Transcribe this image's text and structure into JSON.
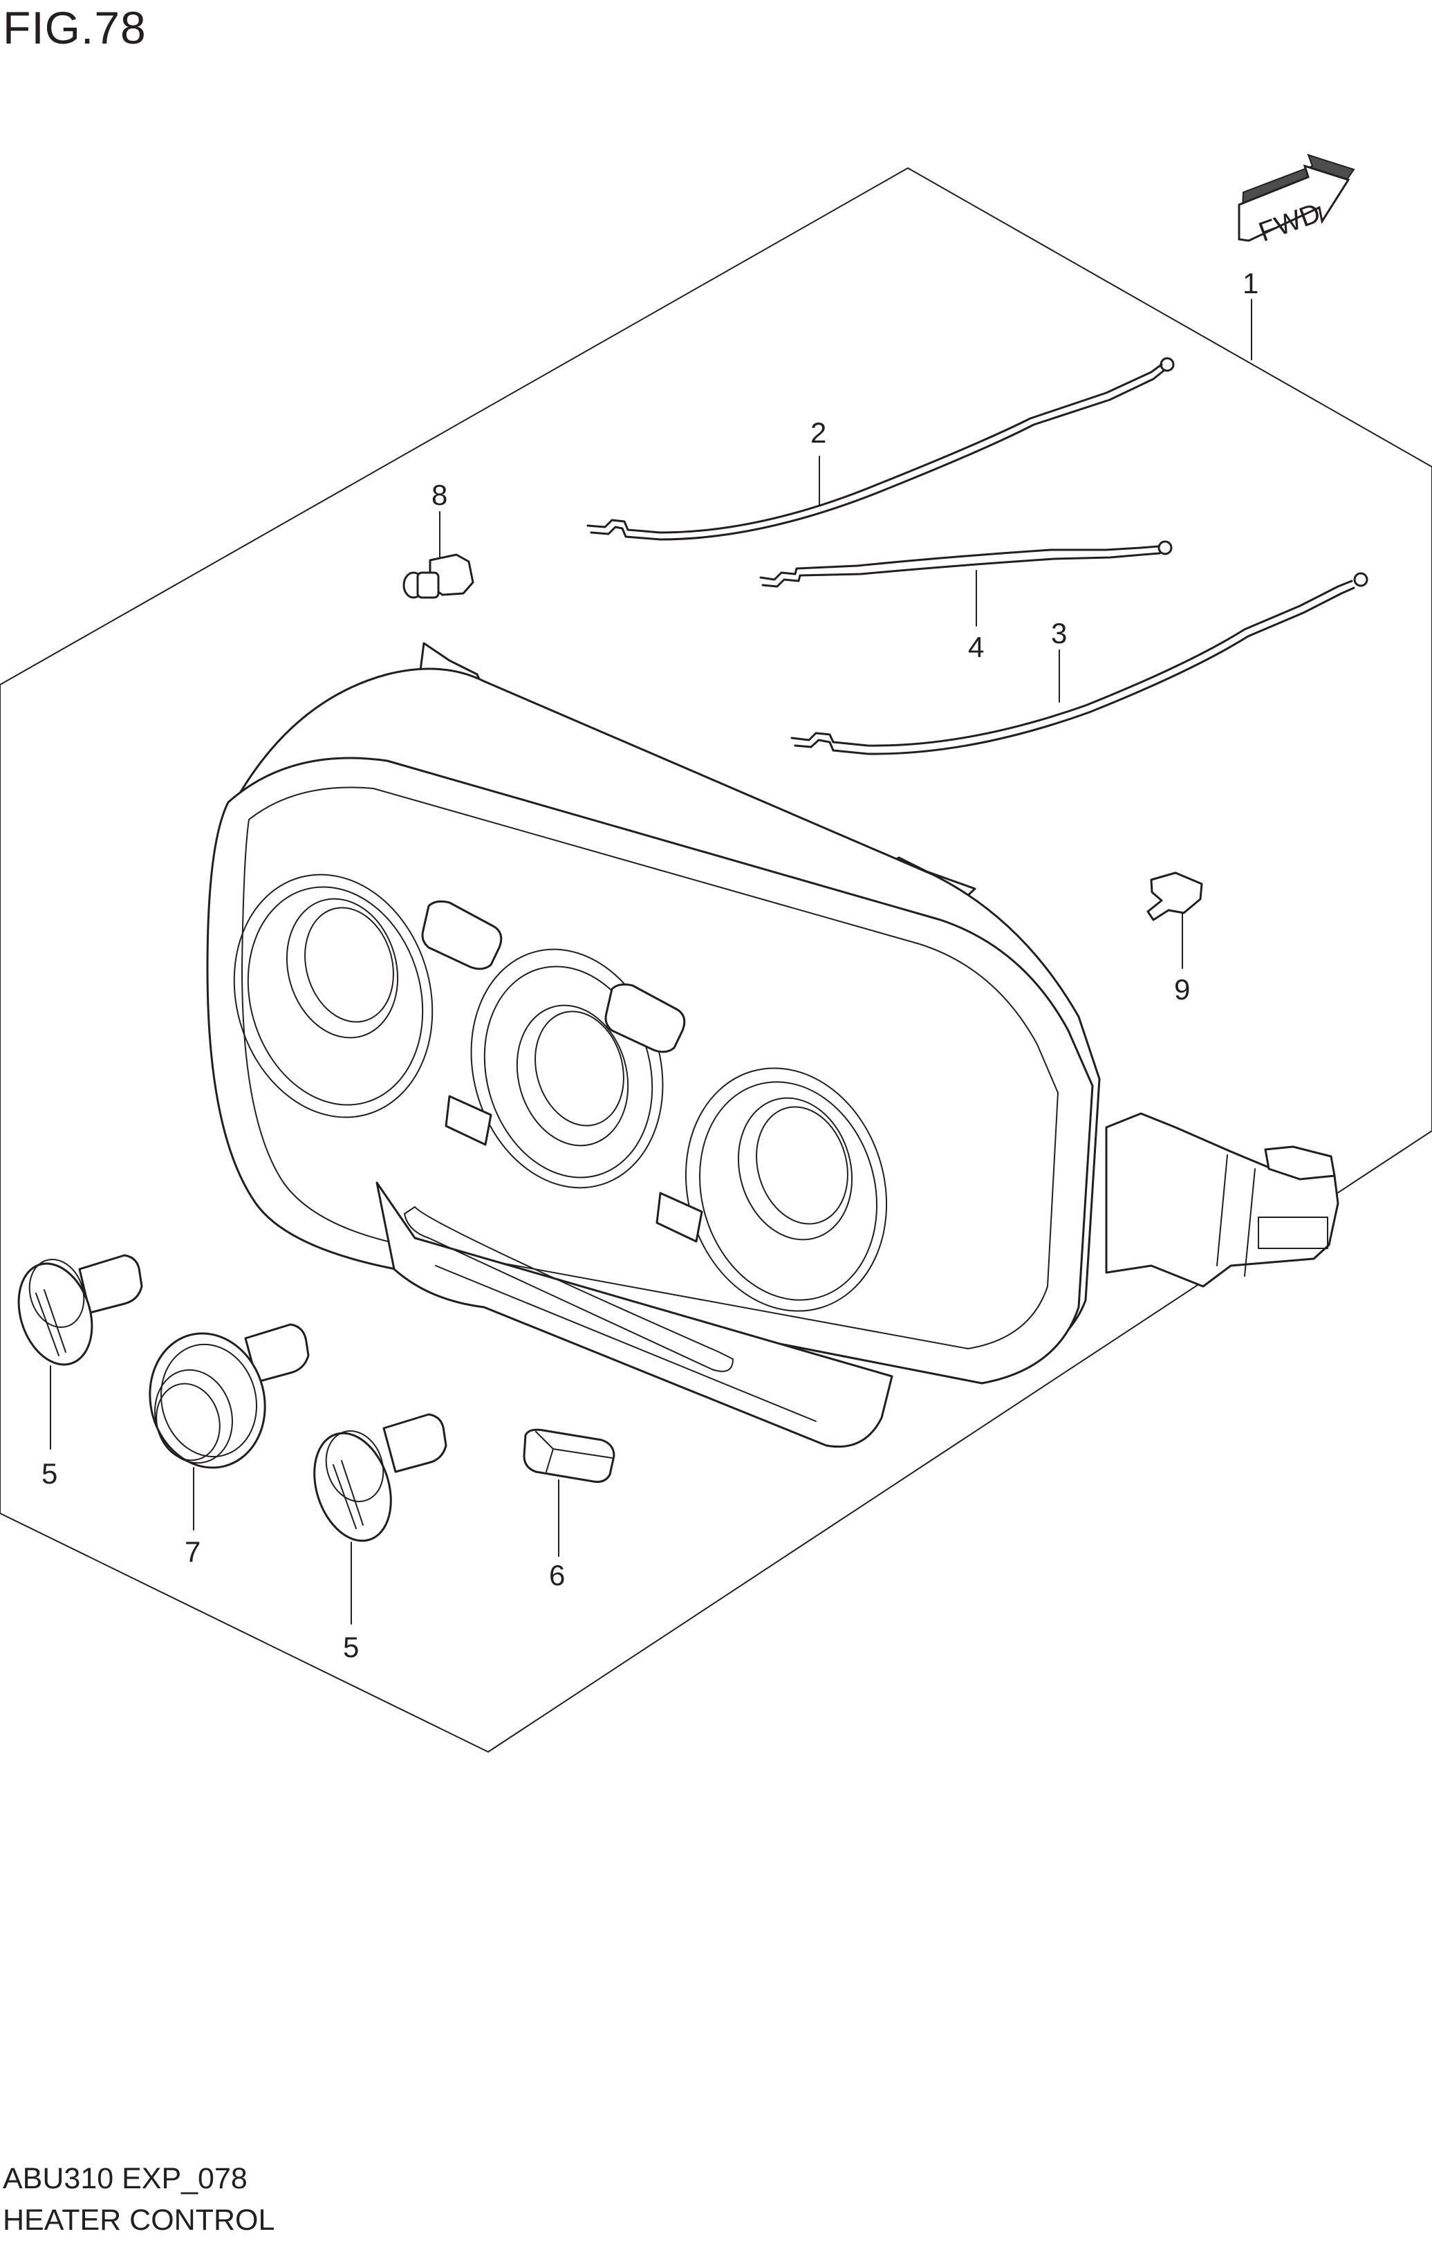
{
  "figure": {
    "title": "FIG.78",
    "code": "ABU310 EXP_078",
    "name": "HEATER CONTROL"
  },
  "direction_badge": "FWD",
  "callouts": [
    {
      "id": "c1",
      "label": "1"
    },
    {
      "id": "c2",
      "label": "2"
    },
    {
      "id": "c3",
      "label": "3"
    },
    {
      "id": "c4",
      "label": "4"
    },
    {
      "id": "c5a",
      "label": "5"
    },
    {
      "id": "c5b",
      "label": "5"
    },
    {
      "id": "c6",
      "label": "6"
    },
    {
      "id": "c7",
      "label": "7"
    },
    {
      "id": "c8",
      "label": "8"
    },
    {
      "id": "c9",
      "label": "9"
    }
  ]
}
